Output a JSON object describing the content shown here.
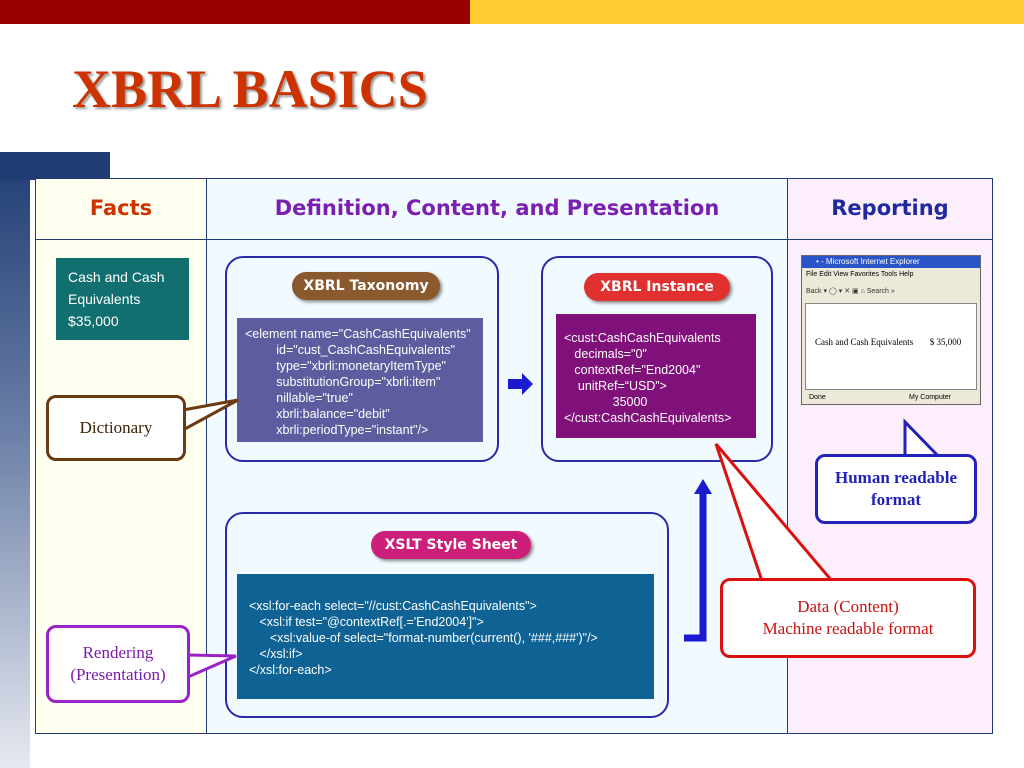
{
  "slide": {
    "title": "XBRL BASICS"
  },
  "columns": {
    "facts": "Facts",
    "definition": "Definition, Content, and Presentation",
    "reporting": "Reporting"
  },
  "fact_box": {
    "line1": "Cash and Cash",
    "line2": "Equivalents",
    "line3": "$35,000"
  },
  "taxonomy": {
    "label": "XBRL Taxonomy",
    "code": "<element name=\"CashCashEquivalents\"\n         id=\"cust_CashCashEquivalents\"\n         type=\"xbrli:monetaryItemType\"\n         substitutionGroup=\"xbrli:item\"\n         nillable=\"true\"\n         xbrli:balance=\"debit\"\n         xbrli:periodType=\"instant\"/>"
  },
  "instance": {
    "label": "XBRL Instance",
    "code": "<cust:CashCashEquivalents\n   decimals=\"0\"\n   contextRef=\"End2004\"\n    unitRef=“USD”>\n              35000\n</cust:CashCashEquivalents>"
  },
  "xslt": {
    "label": "XSLT Style Sheet",
    "code": "<xsl:for-each select=\"//cust:CashCashEquivalents\">\n   <xsl:if test=\"@contextRef[.='End2004']\">\n      <xsl:value-of select=\"format-number(current(), '###,###')\"/>\n   </xsl:if>\n</xsl:for-each>"
  },
  "callouts": {
    "dictionary": "Dictionary",
    "rendering_l1": "Rendering",
    "rendering_l2": "(Presentation)",
    "human_l1": "Human readable",
    "human_l2": "format",
    "data_l1": "Data (Content)",
    "data_l2": "Machine readable format"
  },
  "browser": {
    "title": "• - Microsoft Internet Explorer",
    "menu": "File  Edit  View  Favorites  Tools  Help",
    "toolbar": "Back ▾ ◯ ▾ ✕ ▣ ⌂  Search  »",
    "content_label": "Cash and Cash Equivalents",
    "content_value": "$ 35,000",
    "status_left": "Done",
    "status_right": "My Computer"
  },
  "colors": {
    "title": "#cc3300",
    "facts_header": "#cc3300",
    "definition_header": "#7a1fb0",
    "reporting_header": "#1f2a9e",
    "arrow_blue": "#1a1ad0",
    "dictionary_border": "#6a3a10",
    "rendering_border": "#9b20c8",
    "human_border": "#2222b8",
    "data_border": "#dd1010"
  }
}
